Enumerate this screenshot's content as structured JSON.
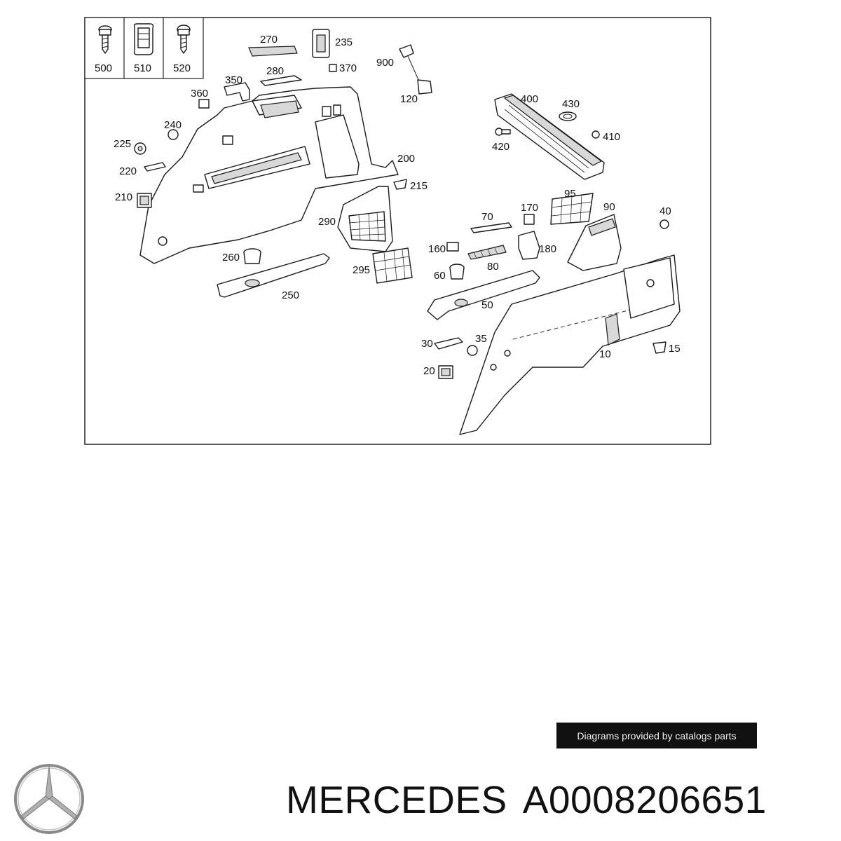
{
  "legend": [
    {
      "number": "500",
      "icon": "screw-icon"
    },
    {
      "number": "510",
      "icon": "clip-icon"
    },
    {
      "number": "520",
      "icon": "screw-icon"
    }
  ],
  "callouts": [
    "270",
    "235",
    "370",
    "900",
    "280",
    "350",
    "360",
    "120",
    "400",
    "430",
    "240",
    "410",
    "225",
    "420",
    "200",
    "220",
    "215",
    "210",
    "95",
    "170",
    "90",
    "40",
    "70",
    "290",
    "160",
    "180",
    "260",
    "80",
    "60",
    "295",
    "250",
    "50",
    "30",
    "35",
    "15",
    "10",
    "20"
  ],
  "attribution": "Diagrams provided by catalogs parts",
  "title": {
    "brand": "MERCEDES",
    "part_number": "A0008206651"
  }
}
